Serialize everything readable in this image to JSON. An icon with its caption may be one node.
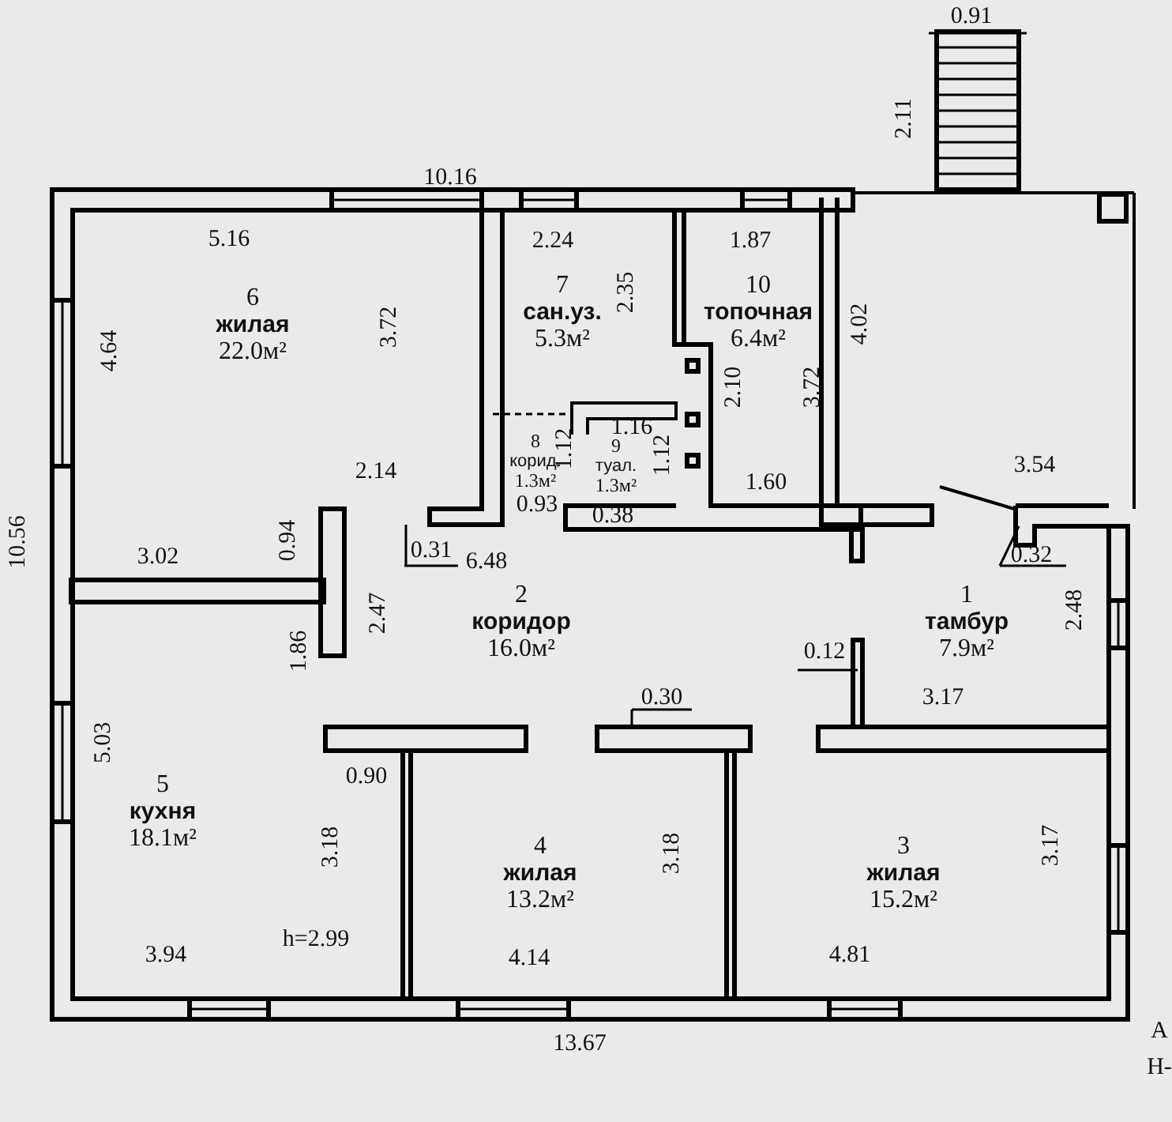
{
  "diagram": {
    "nodes": [
      {
        "text": [
          "6",
          "жилая",
          "22.0м²"
        ]
      },
      {
        "text": [
          "7",
          "сан.уз.",
          "5.3м²"
        ]
      },
      {
        "text": [
          "10",
          "топочная",
          "6.4м²"
        ]
      },
      {
        "text": [
          "8",
          "корид.",
          "1.3м²"
        ]
      },
      {
        "text": [
          "9",
          "туал.",
          "1.3м²"
        ]
      },
      {
        "text": [
          "2",
          "коридор",
          "16.0м²"
        ]
      },
      {
        "text": [
          "1",
          "тамбур",
          "7.9м²"
        ]
      },
      {
        "text": [
          "5",
          "кухня",
          "18.1м²"
        ]
      },
      {
        "text": [
          "4",
          "жилая",
          "13.2м²"
        ]
      },
      {
        "text": [
          "3",
          "жилая",
          "15.2м²"
        ]
      }
    ],
    "edges": [],
    "labels": [
      "0.91",
      "2.11",
      "10.16",
      "5.16",
      "2.24",
      "1.87",
      "3.72",
      "2.35",
      "4.64",
      "4.02",
      "3.72",
      "2.10",
      "1.16",
      "1.12",
      "1.12",
      "0.93",
      "1.60",
      "0.38",
      "3.54",
      "2.14",
      "0.94",
      "10.56",
      "0.31",
      "6.48",
      "0.32",
      "3.02",
      "2.47",
      "2.48",
      "0.12",
      "1.86",
      "0.30",
      "3.17",
      "5.03",
      "0.90",
      "3.18",
      "3.18",
      "3.17",
      "h=2.99",
      "3.94",
      "4.14",
      "4.81",
      "13.67",
      "А",
      "Н-"
    ]
  }
}
